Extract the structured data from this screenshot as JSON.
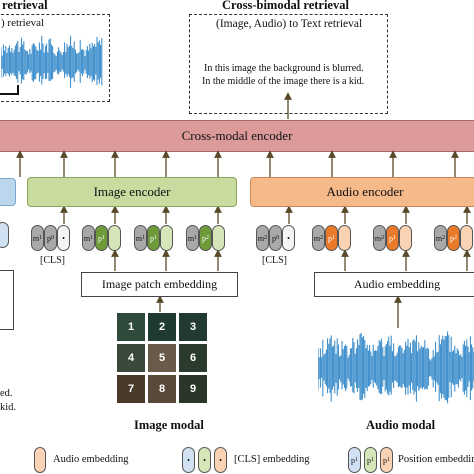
{
  "left_retrieval": {
    "title": "retrieval",
    "subtitle": ") retrieval"
  },
  "cross_bimodal": {
    "title": "Cross-bimodal retrieval",
    "subtitle": "(Image, Audio) to Text retrieval",
    "caption_line1": "In this image the background is blurred.",
    "caption_line2": "In the middle of the image there is a kid."
  },
  "cross_modal_encoder": {
    "label": "Cross-modal encoder"
  },
  "image_encoder": {
    "label": "Image encoder"
  },
  "audio_encoder": {
    "label": "Audio encoder"
  },
  "image_tokens": {
    "cls_label": "[CLS]",
    "m": "m",
    "m_sub": "1",
    "p0": "p",
    "p0_sub": "0",
    "p1": "p",
    "p1_sub": "1",
    "p2": "p",
    "p2_sub": "2",
    "cls_dot": "•"
  },
  "audio_tokens": {
    "cls_label": "[CLS]",
    "m": "m",
    "m_sub": "2",
    "p0": "p",
    "p0_sub": "0",
    "p1": "p",
    "p1_sub": "1",
    "p2": "p",
    "p2_sub": "2",
    "cls_dot": "•"
  },
  "image_patch_embedding": {
    "label": "Image patch embedding"
  },
  "audio_embedding": {
    "label": "Audio embedding"
  },
  "patch_numbers": [
    "1",
    "2",
    "3",
    "4",
    "5",
    "6",
    "7",
    "8",
    "9"
  ],
  "image_modal": {
    "label": "Image modal"
  },
  "audio_modal": {
    "label": "Audio modal"
  },
  "left_cut_text": {
    "line1": "ed.",
    "line2": "kid."
  },
  "legend": {
    "audio_embedding": "Audio embedding",
    "cls_embedding": "[CLS] embedding",
    "position_embedding": "Position embedding",
    "p": "p",
    "p_sub": "1",
    "dot": "•"
  },
  "colors": {
    "cross_modal": "#dc9a9a",
    "image_encoder": "#c7dc9e",
    "audio_encoder": "#f6b98a",
    "waveform": "#2f86c8",
    "arrow": "#5a4a2a"
  }
}
